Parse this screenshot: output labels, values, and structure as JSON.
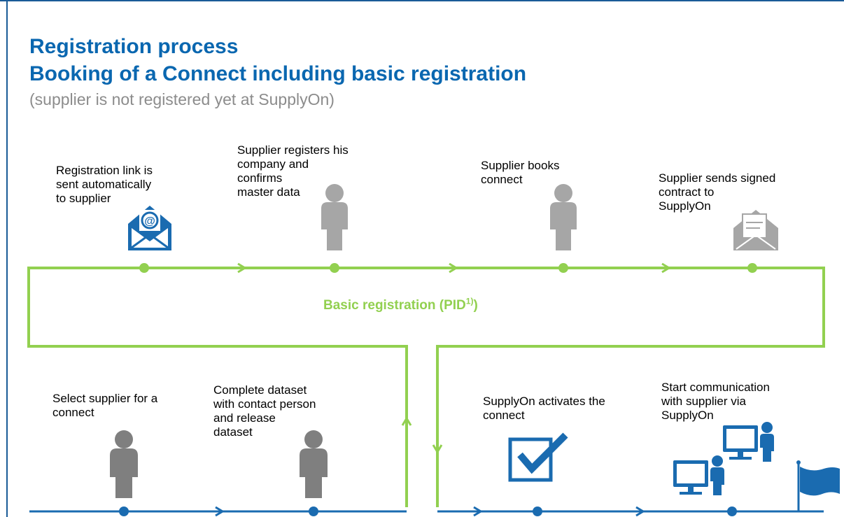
{
  "title_line1": "Registration process",
  "title_line2": "Booking of a Connect including basic registration",
  "subtitle": "(supplier is not registered yet at SupplyOn)",
  "center_label": "Basic registration (PID",
  "center_label_sup": "1)",
  "center_label_close": ")",
  "top_steps": [
    {
      "text": "Registration link is\nsent automatically\nto supplier",
      "icon": "email-icon"
    },
    {
      "text": "Supplier registers his\ncompany and\nconfirms\nmaster data",
      "icon": "person-icon"
    },
    {
      "text": "Supplier books\nconnect",
      "icon": "person-icon"
    },
    {
      "text": "Supplier sends signed\ncontract to\nSupplyOn",
      "icon": "envelope-icon"
    }
  ],
  "bottom_steps": [
    {
      "text": "Select supplier for a\nconnect",
      "icon": "person-icon"
    },
    {
      "text": "Complete dataset\nwith contact person\nand release\ndataset",
      "icon": "person-icon"
    },
    {
      "text": "SupplyOn activates the\nconnect",
      "icon": "checkbox-icon"
    },
    {
      "text": "Start communication\nwith supplier via\nSupplyOn",
      "icon": "computer-users-icon"
    }
  ],
  "colors": {
    "title": "#0a67b0",
    "subtitle": "#8c8c8c",
    "green": "#92d050",
    "blue": "#1a6bb0",
    "gray_light": "#a6a6a6",
    "gray_dark": "#7f7f7f"
  }
}
